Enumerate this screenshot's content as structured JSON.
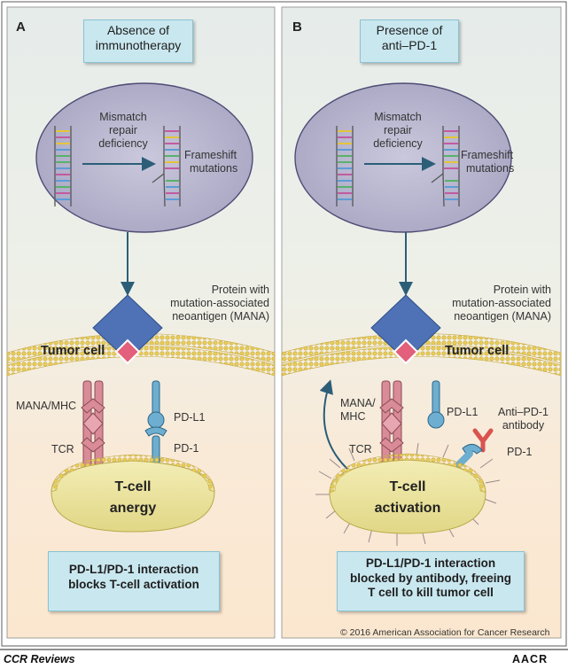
{
  "panel_a": {
    "letter": "A",
    "header": [
      "Absence of",
      "immunotherapy"
    ],
    "nucleus_top": [
      "Mismatch",
      "repair",
      "deficiency"
    ],
    "nucleus_right": [
      "Frameshift",
      "mutations"
    ],
    "protein_label": [
      "Protein with",
      "mutation-associated",
      "neoantigen (MANA)"
    ],
    "tumor_cell": "Tumor cell",
    "mana_mhc": "MANA/MHC",
    "tcr": "TCR",
    "pdl1": "PD-L1",
    "pd1": "PD-1",
    "tcell": [
      "T-cell",
      "anergy"
    ],
    "caption": [
      "PD-L1/PD-1 interaction",
      "blocks T-cell activation"
    ]
  },
  "panel_b": {
    "letter": "B",
    "header": [
      "Presence of",
      "anti–PD-1"
    ],
    "nucleus_top": [
      "Mismatch",
      "repair",
      "deficiency"
    ],
    "nucleus_right": [
      "Frameshift",
      "mutations"
    ],
    "protein_label": [
      "Protein with",
      "mutation-associated",
      "neoantigen (MANA)"
    ],
    "tumor_cell": "Tumor cell",
    "mana_mhc": [
      "MANA/",
      "MHC"
    ],
    "tcr": "TCR",
    "pdl1": "PD-L1",
    "antibody": [
      "Anti–PD-1",
      "antibody"
    ],
    "pd1": "PD-1",
    "tcell": [
      "T-cell",
      "activation"
    ],
    "caption": [
      "PD-L1/PD-1 interaction",
      "blocked by antibody, freeing",
      "T cell to kill tumor cell"
    ]
  },
  "copyright": "© 2016 American Association for Cancer Research",
  "footer_left": "CCR Reviews",
  "footer_right": "AACR",
  "colors": {
    "panel_top": "#e6eee9",
    "panel_bottom": "#fbe8d2",
    "nucleus": "#b9b6cf",
    "membrane": "#e7cf61",
    "protein_blue": "#4e72b5",
    "protein_pink": "#e2607b",
    "mhc_pink": "#d98b98",
    "pd_blue": "#6eaed0",
    "antibody_red": "#d9534f",
    "arrow": "#2c5e78"
  }
}
